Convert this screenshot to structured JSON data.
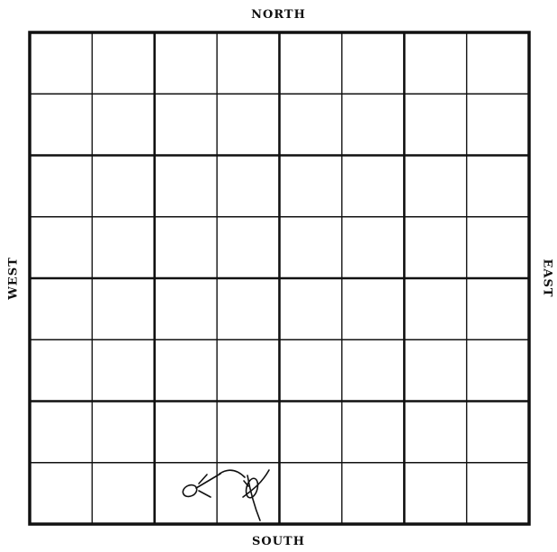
{
  "directions": {
    "north": "NORTH",
    "south": "SOUTH",
    "west": "WEST",
    "east": "EAST"
  },
  "grid": {
    "rows": 8,
    "columns": 8,
    "heavy_lines_every": 2,
    "line_color": "#111111"
  },
  "figures": [
    "arrow-figure",
    "knot-figure"
  ]
}
